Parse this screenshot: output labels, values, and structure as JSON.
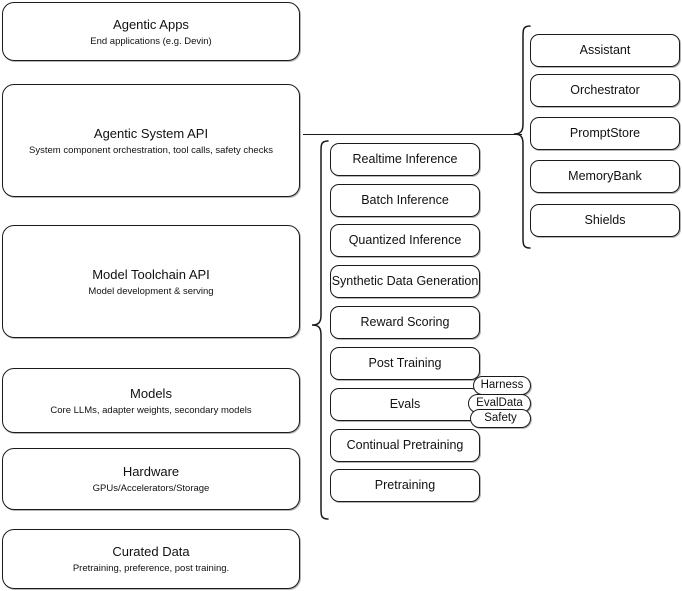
{
  "diagram": {
    "title": "AI stack layers diagram",
    "colors": {
      "stroke": "#1a1a1a",
      "background": "#ffffff",
      "text": "#111111"
    },
    "layers": [
      {
        "id": "agentic-apps",
        "title": "Agentic Apps",
        "subtitle": "End applications (e.g. Devin)"
      },
      {
        "id": "agentic-system-api",
        "title": "Agentic System API",
        "subtitle": "System component orchestration, tool calls, safety checks"
      },
      {
        "id": "model-toolchain-api",
        "title": "Model Toolchain API",
        "subtitle": "Model development & serving"
      },
      {
        "id": "models",
        "title": "Models",
        "subtitle": "Core LLMs, adapter weights, secondary models"
      },
      {
        "id": "hardware",
        "title": "Hardware",
        "subtitle": "GPUs/Accelerators/Storage"
      },
      {
        "id": "curated-data",
        "title": "Curated Data",
        "subtitle": "Pretraining, preference, post training."
      }
    ],
    "toolchain_items": [
      {
        "id": "realtime-inference",
        "label": "Realtime Inference"
      },
      {
        "id": "batch-inference",
        "label": "Batch Inference"
      },
      {
        "id": "quantized-inference",
        "label": "Quantized Inference"
      },
      {
        "id": "synthetic-data-generation",
        "label": "Synthetic Data Generation"
      },
      {
        "id": "reward-scoring",
        "label": "Reward Scoring"
      },
      {
        "id": "post-training",
        "label": "Post Training"
      },
      {
        "id": "evals",
        "label": "Evals"
      },
      {
        "id": "continual-pretraining",
        "label": "Continual Pretraining"
      },
      {
        "id": "pretraining",
        "label": "Pretraining"
      }
    ],
    "system_items": [
      {
        "id": "assistant",
        "label": "Assistant"
      },
      {
        "id": "orchestrator",
        "label": "Orchestrator"
      },
      {
        "id": "promptstore",
        "label": "PromptStore"
      },
      {
        "id": "memorybank",
        "label": "MemoryBank"
      },
      {
        "id": "shields",
        "label": "Shields"
      }
    ],
    "eval_badges": [
      {
        "id": "harness",
        "label": "Harness"
      },
      {
        "id": "evaldata",
        "label": "EvalData"
      },
      {
        "id": "safety",
        "label": "Safety"
      }
    ]
  }
}
